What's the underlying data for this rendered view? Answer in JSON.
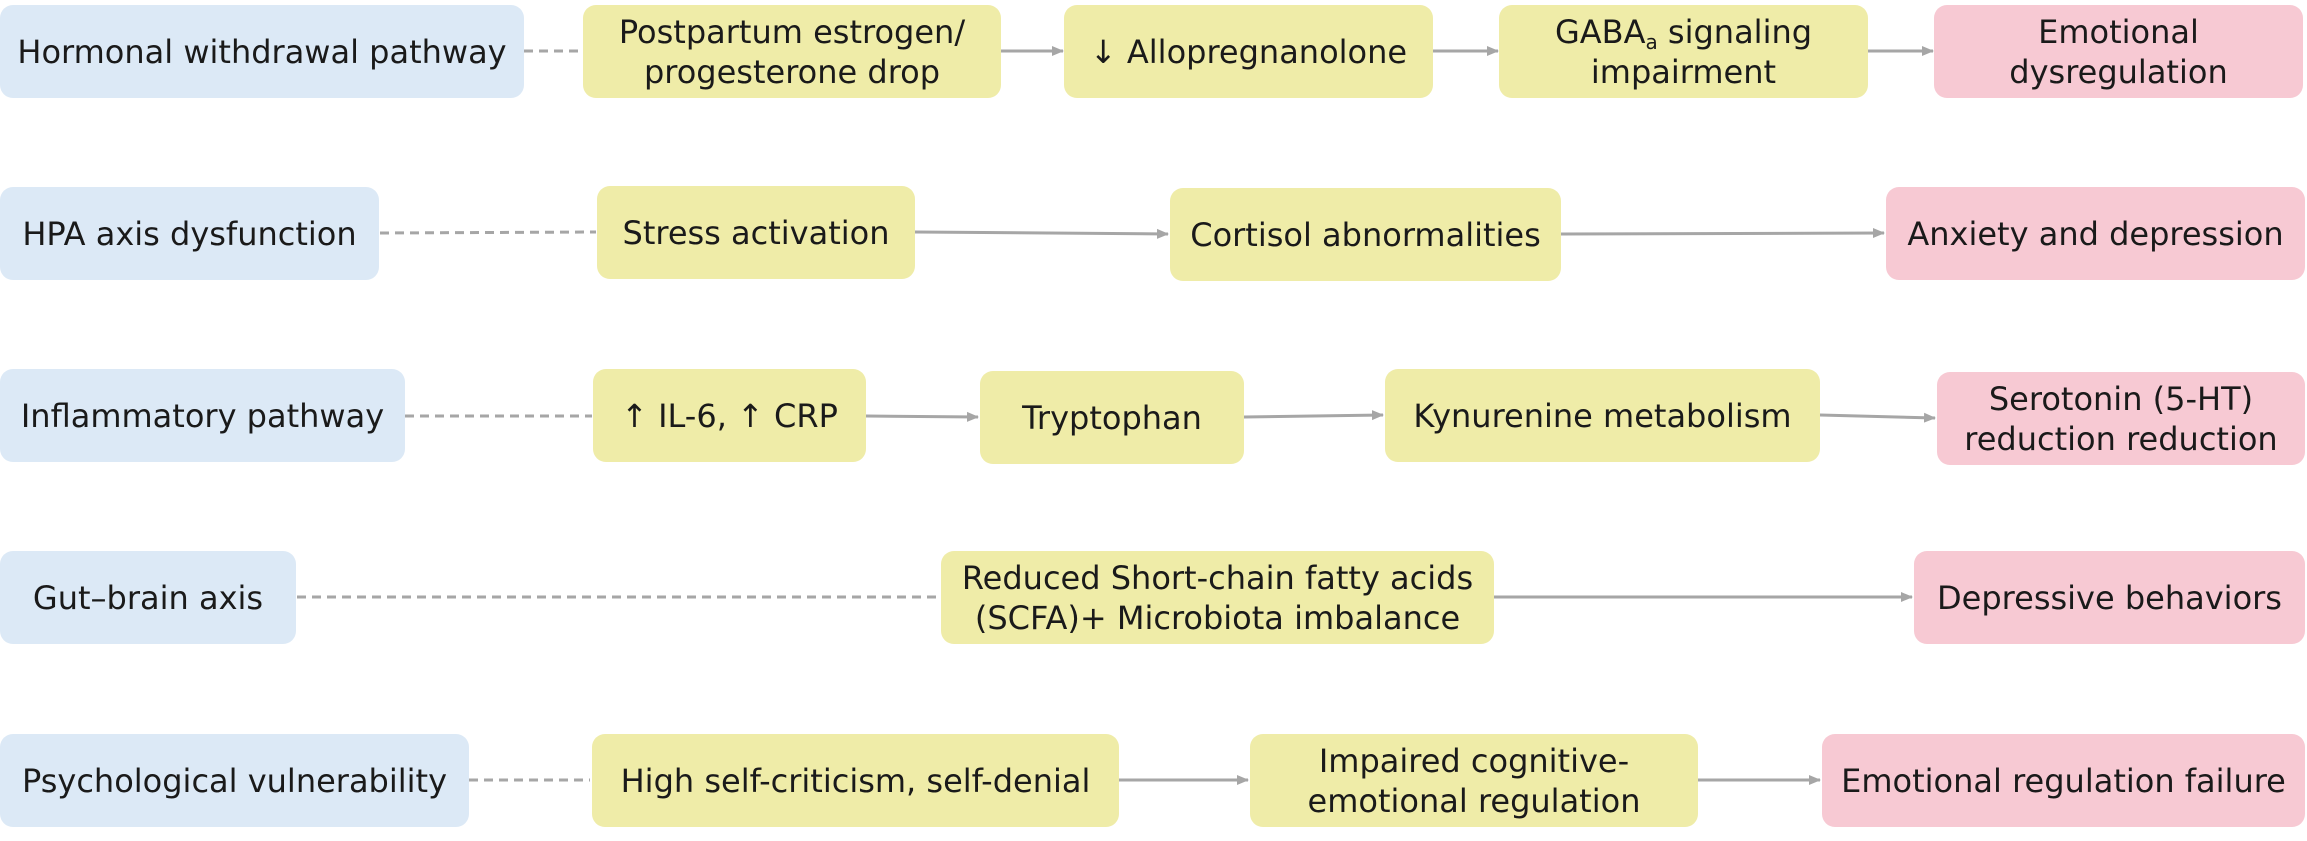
{
  "colors": {
    "category_fill": "#dce9f6",
    "mechanism_fill": "#efeca8",
    "outcome_fill": "#f7c9d3",
    "connector": "#a6a6a6"
  },
  "rows": [
    {
      "category": "Hormonal withdrawal pathway",
      "steps": [
        "Postpartum estrogen/\nprogesterone drop",
        "↓ Allopregnanolone"
      ],
      "gaba": {
        "prefix": "GABA",
        "sub": "a",
        "suffix": " signaling\nimpairment"
      },
      "outcome": "Emotional\ndysregulation"
    },
    {
      "category": "HPA axis dysfunction",
      "steps": [
        "Stress activation",
        "Cortisol abnormalities"
      ],
      "outcome": "Anxiety and depression"
    },
    {
      "category": "Inflammatory pathway",
      "steps": [
        "↑ IL-6, ↑ CRP",
        "Tryptophan",
        "Kynurenine metabolism"
      ],
      "outcome": "Serotonin (5-HT)\nreduction reduction"
    },
    {
      "category": "Gut–brain axis",
      "steps": [
        "Reduced Short-chain fatty acids\n(SCFA)+ Microbiota imbalance"
      ],
      "outcome": "Depressive behaviors"
    },
    {
      "category": "Psychological vulnerability",
      "steps": [
        "High self-criticism, self-denial",
        "Impaired cognitive-\nemotional regulation"
      ],
      "outcome": "Emotional regulation failure"
    }
  ]
}
